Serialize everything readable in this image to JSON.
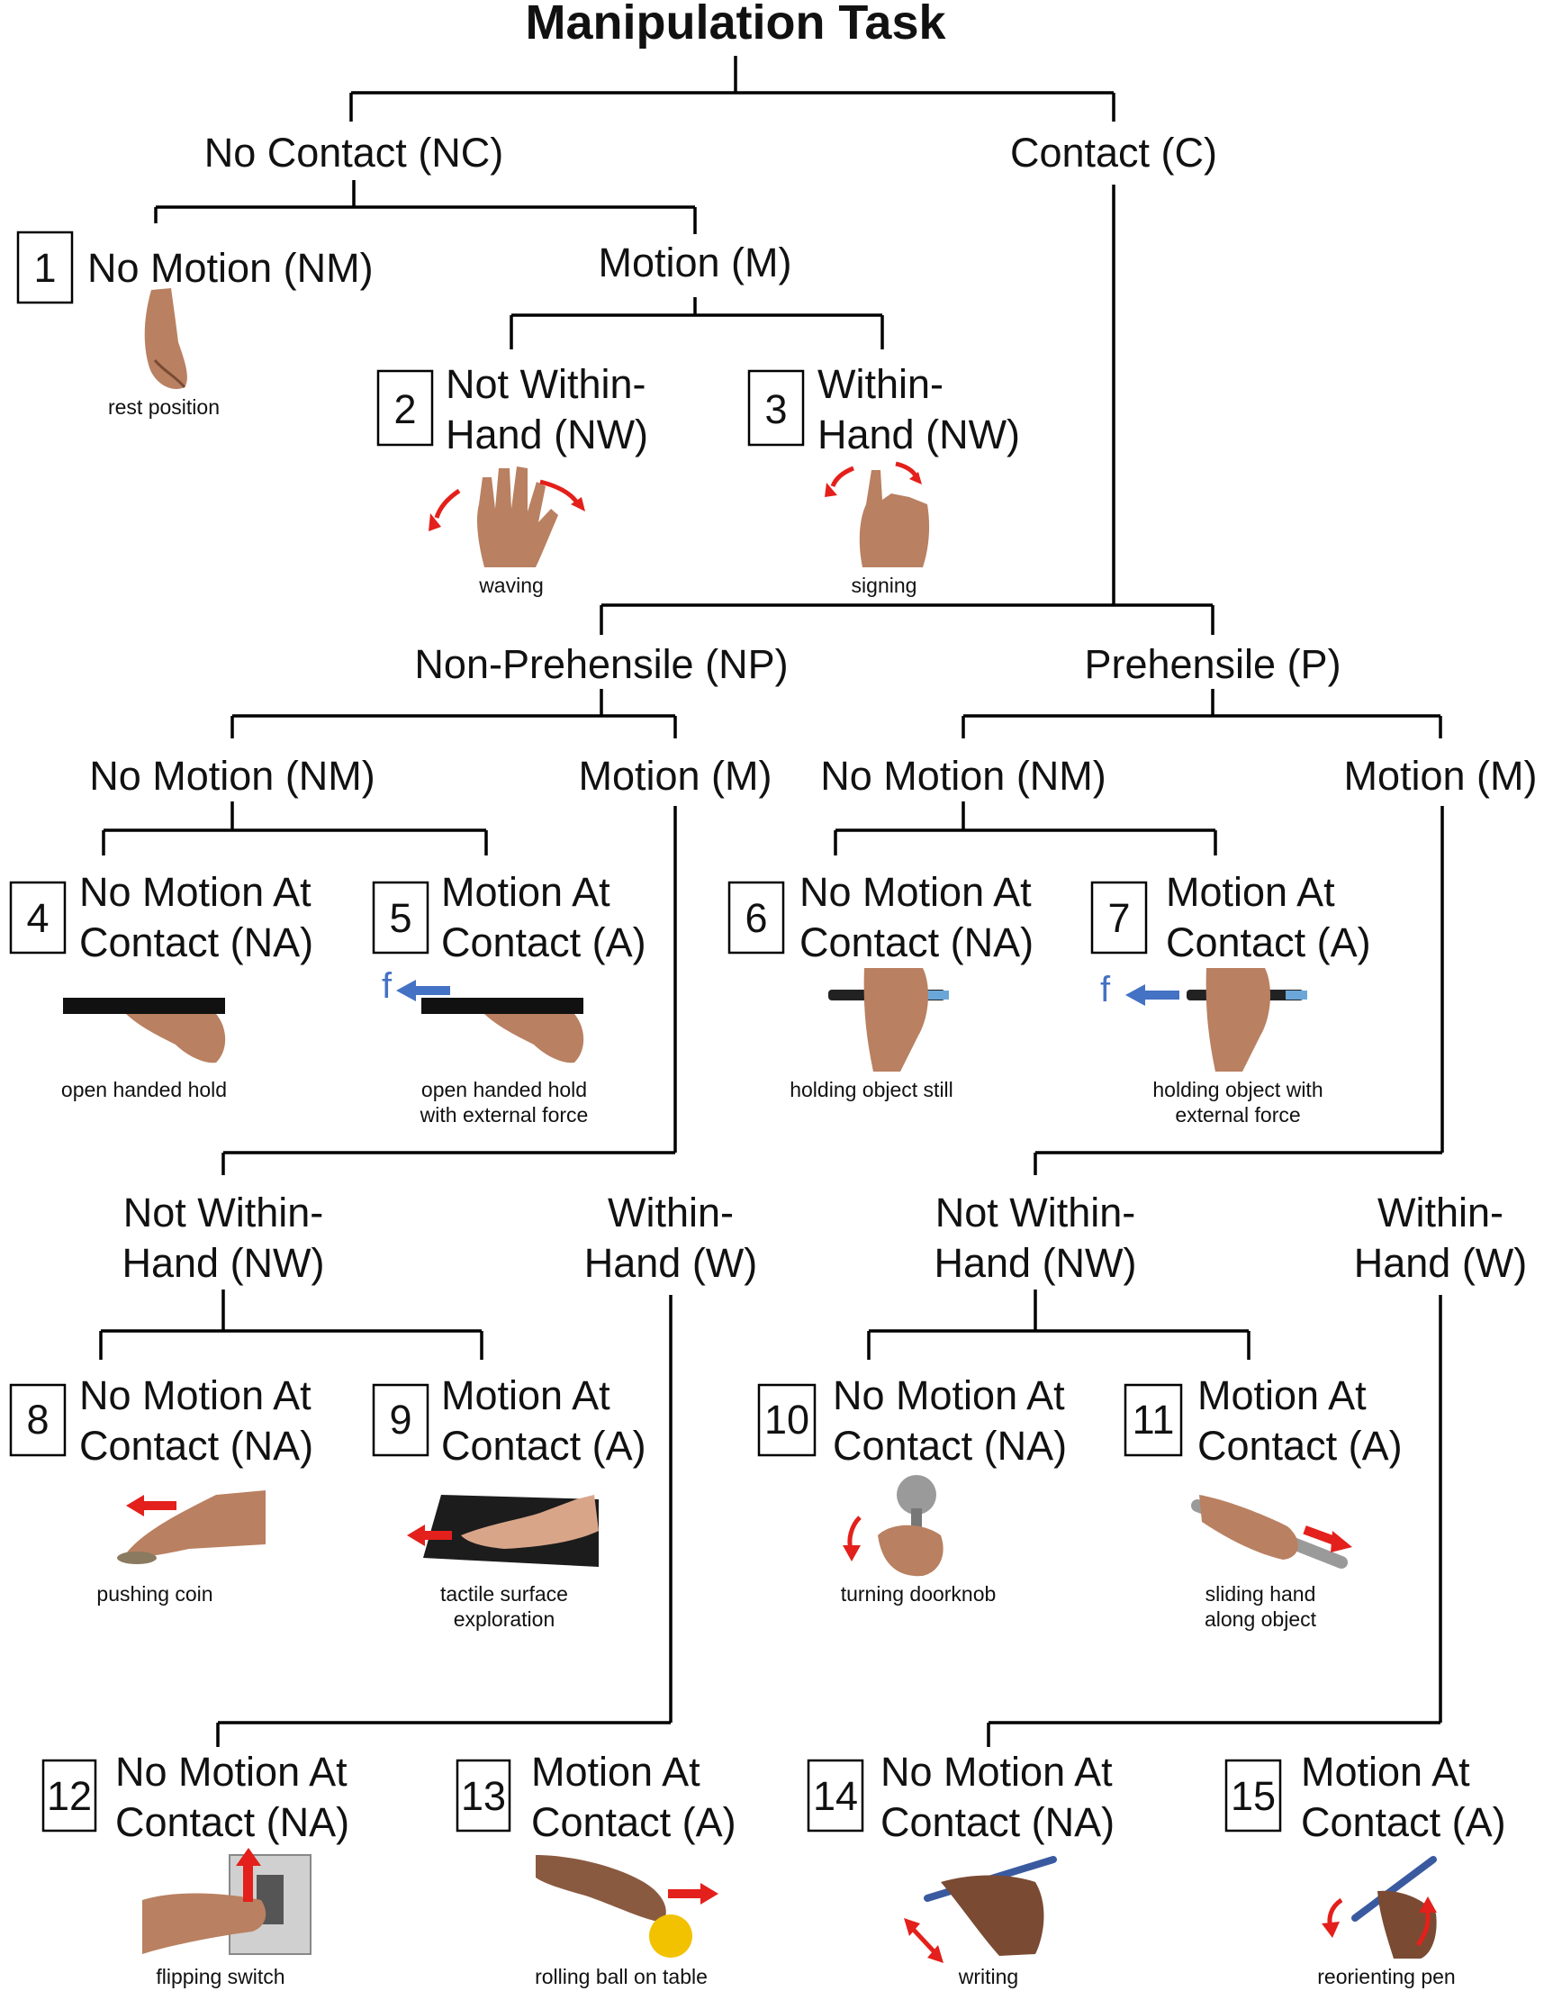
{
  "title": "Manipulation Task",
  "levels": {
    "no_contact": "No Contact (NC)",
    "contact": "Contact (C)",
    "nc_no_motion": "No Motion (NM)",
    "nc_motion": "Motion (M)",
    "non_prehensile": "Non-Prehensile (NP)",
    "prehensile": "Prehensile (P)",
    "np_no_motion": "No Motion (NM)",
    "np_motion": "Motion (M)",
    "p_no_motion": "No Motion (NM)",
    "p_motion": "Motion (M)",
    "np_not_within_1": "Not Within-",
    "np_not_within_2": "Hand (NW)",
    "np_within_1": "Within-",
    "np_within_2": "Hand (W)",
    "p_not_within_1": "Not Within-",
    "p_not_within_2": "Hand (NW)",
    "p_within_1": "Within-",
    "p_within_2": "Hand (W)"
  },
  "leaves": [
    {
      "num": "1",
      "line1": "No Motion (NM)",
      "line2": "",
      "caption1": "rest position",
      "caption2": ""
    },
    {
      "num": "2",
      "line1": "Not Within-",
      "line2": "Hand (NW)",
      "caption1": "waving",
      "caption2": ""
    },
    {
      "num": "3",
      "line1": "Within-",
      "line2": "Hand (NW)",
      "caption1": "signing",
      "caption2": ""
    },
    {
      "num": "4",
      "line1": "No Motion At",
      "line2": "Contact (NA)",
      "caption1": "open handed hold",
      "caption2": ""
    },
    {
      "num": "5",
      "line1": "Motion At",
      "line2": "Contact (A)",
      "caption1": "open handed hold",
      "caption2": "with external force"
    },
    {
      "num": "6",
      "line1": "No Motion At",
      "line2": "Contact (NA)",
      "caption1": "holding object still",
      "caption2": ""
    },
    {
      "num": "7",
      "line1": "Motion At",
      "line2": "Contact (A)",
      "caption1": "holding object with",
      "caption2": "external force"
    },
    {
      "num": "8",
      "line1": "No Motion At",
      "line2": "Contact (NA)",
      "caption1": "pushing coin",
      "caption2": ""
    },
    {
      "num": "9",
      "line1": "Motion At",
      "line2": "Contact (A)",
      "caption1": "tactile surface",
      "caption2": "exploration"
    },
    {
      "num": "10",
      "line1": "No Motion At",
      "line2": "Contact (NA)",
      "caption1": "turning doorknob",
      "caption2": ""
    },
    {
      "num": "11",
      "line1": "Motion At",
      "line2": "Contact (A)",
      "caption1": "sliding hand",
      "caption2": "along object"
    },
    {
      "num": "12",
      "line1": "No Motion At",
      "line2": "Contact (NA)",
      "caption1": "flipping switch",
      "caption2": ""
    },
    {
      "num": "13",
      "line1": "Motion At",
      "line2": "Contact (A)",
      "caption1": "rolling ball on table",
      "caption2": ""
    },
    {
      "num": "14",
      "line1": "No Motion At",
      "line2": "Contact (NA)",
      "caption1": "writing",
      "caption2": ""
    },
    {
      "num": "15",
      "line1": "Motion At",
      "line2": "Contact (A)",
      "caption1": "reorienting pen",
      "caption2": ""
    }
  ],
  "force_label": "f",
  "colors": {
    "skin": "#b98061",
    "skin_dark": "#7a4a33",
    "arrow_red": "#e3201b",
    "arrow_blue": "#4472c4",
    "ball": "#f2c200"
  }
}
